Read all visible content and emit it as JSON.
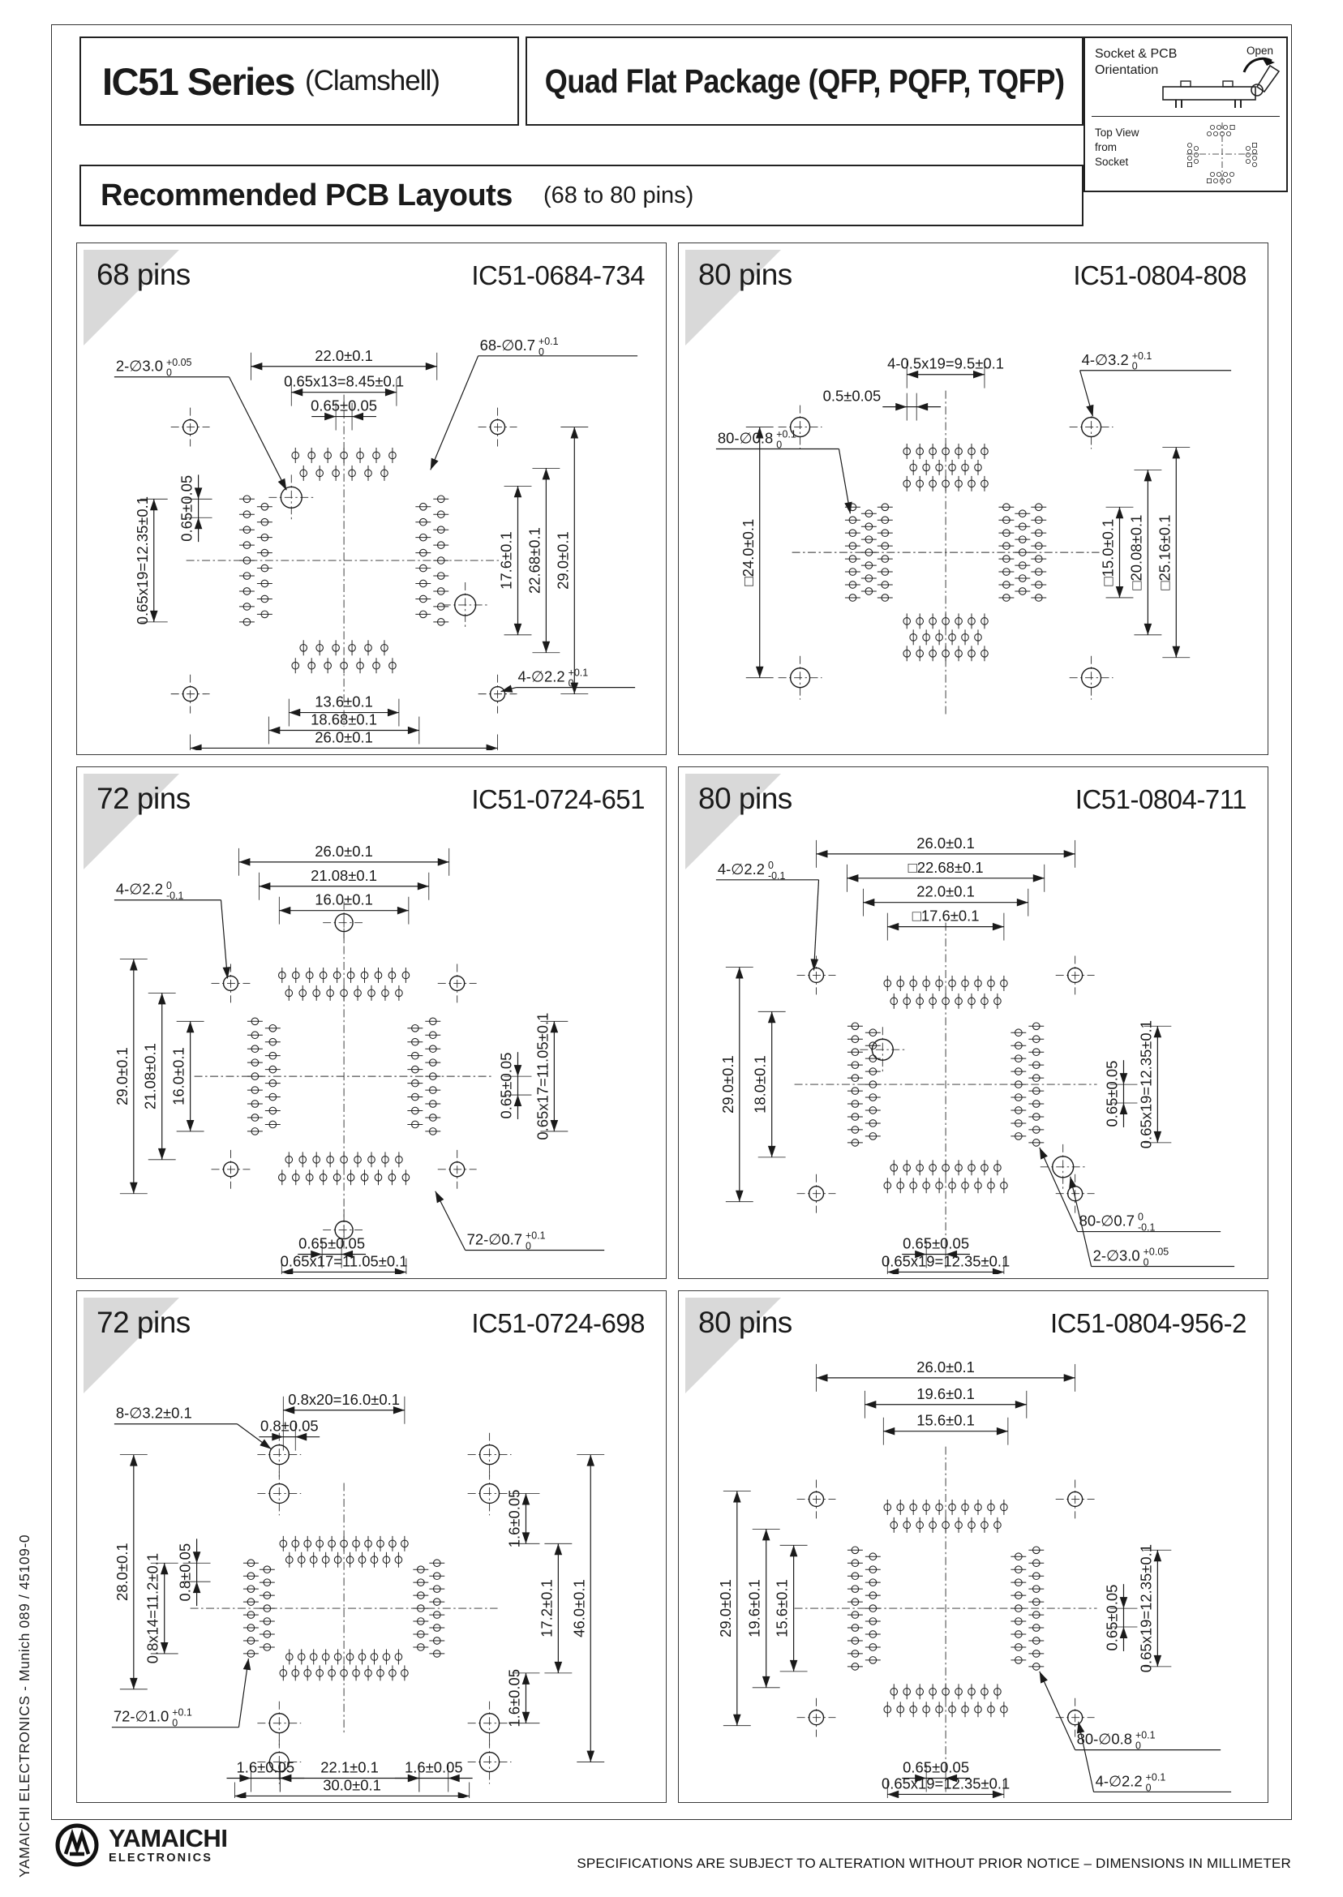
{
  "header": {
    "series_title": "IC51 Series",
    "series_note": "(Clamshell)",
    "package_title": "Quad Flat Package (QFP, PQFP, TQFP)",
    "section_title": "Recommended PCB Layouts",
    "section_sub": "(68 to 80 pins)",
    "orientation": {
      "title": "Socket & PCB Orientation",
      "open_label": "Open",
      "top_view_lines": [
        "Top View",
        "from",
        "Socket"
      ]
    }
  },
  "panels": [
    {
      "pins": "68 pins",
      "part_number": "IC51-0684-734",
      "dims": {
        "top": [
          "22.0±0.1",
          "0.65x13=8.45±0.1",
          "0.65±0.05"
        ],
        "left": [
          "0.65x19=12.35±0.1",
          "0.65±0.05"
        ],
        "right": [
          "17.6±0.1",
          "22.68±0.1",
          "29.0±0.1"
        ],
        "bottom": [
          "13.6±0.1",
          "18.68±0.1",
          "26.0±0.1"
        ]
      },
      "callouts": [
        {
          "p": "2-∅3.0",
          "s": "+0.05",
          "b": "0"
        },
        {
          "p": "68-∅0.7",
          "s": "+0.1",
          "b": "0"
        },
        {
          "p": "4-∅2.2",
          "s": "+0.1",
          "b": "0"
        }
      ]
    },
    {
      "pins": "80 pins",
      "part_number": "IC51-0804-808",
      "dims": {
        "top": [
          "4-0.5x19=9.5±0.1",
          "0.5±0.05"
        ],
        "left": [
          "□24.0±0.1"
        ],
        "right": [
          "□15.0±0.1",
          "□20.08±0.1",
          "□25.16±0.1"
        ],
        "bottom": []
      },
      "callouts": [
        {
          "p": "80-∅0.8",
          "s": "+0.1",
          "b": "0"
        },
        {
          "p": "4-∅3.2",
          "s": "+0.1",
          "b": "0"
        }
      ]
    },
    {
      "pins": "72 pins",
      "part_number": "IC51-0724-651",
      "dims": {
        "top": [
          "26.0±0.1",
          "21.08±0.1",
          "16.0±0.1"
        ],
        "left": [
          "29.0±0.1",
          "21.08±0.1",
          "16.0±0.1"
        ],
        "right": [
          "0.65±0.05",
          "0.65x17=11.05±0.1"
        ],
        "bottom": [
          "0.65±0.05",
          "0.65x17=11.05±0.1"
        ]
      },
      "callouts": [
        {
          "p": "4-∅2.2",
          "s": "0",
          "b": "-0.1"
        },
        {
          "p": "72-∅0.7",
          "s": "+0.1",
          "b": "0"
        }
      ]
    },
    {
      "pins": "80 pins",
      "part_number": "IC51-0804-711",
      "dims": {
        "top": [
          "26.0±0.1",
          "□22.68±0.1",
          "22.0±0.1",
          "□17.6±0.1"
        ],
        "left": [
          "29.0±0.1",
          "18.0±0.1"
        ],
        "right": [
          "0.65±0.05",
          "0.65x19=12.35±0.1"
        ],
        "bottom": [
          "0.65±0.05",
          "0.65x19=12.35±0.1"
        ]
      },
      "callouts": [
        {
          "p": "4-∅2.2",
          "s": "0",
          "b": "-0.1"
        },
        {
          "p": "80-∅0.7",
          "s": "0",
          "b": "-0.1"
        },
        {
          "p": "2-∅3.0",
          "s": "+0.05",
          "b": "0"
        }
      ]
    },
    {
      "pins": "72 pins",
      "part_number": "IC51-0724-698",
      "dims": {
        "top": [
          "0.8x20=16.0±0.1",
          "0.8±0.05"
        ],
        "left": [
          "28.0±0.1",
          "0.8x14=11.2±0.1",
          "0.8±0.05"
        ],
        "right": [
          "1.6±0.05",
          "17.2±0.1",
          "46.0±0.1",
          "1.6±0.05"
        ],
        "bottom": [
          "1.6±0.05",
          "22.1±0.1",
          "30.0±0.1",
          "1.6±0.05"
        ]
      },
      "callouts": [
        {
          "p": "8-∅3.2±0.1",
          "s": "",
          "b": ""
        },
        {
          "p": "72-∅1.0",
          "s": "+0.1",
          "b": "0"
        }
      ]
    },
    {
      "pins": "80 pins",
      "part_number": "IC51-0804-956-2",
      "dims": {
        "top": [
          "26.0±0.1",
          "19.6±0.1",
          "15.6±0.1"
        ],
        "left": [
          "29.0±0.1",
          "19.6±0.1",
          "15.6±0.1"
        ],
        "right": [
          "0.65±0.05",
          "0.65x19=12.35±0.1"
        ],
        "bottom": [
          "0.65±0.05",
          "0.65x19=12.35±0.1"
        ]
      },
      "callouts": [
        {
          "p": "80-∅0.8",
          "s": "+0.1",
          "b": "0"
        },
        {
          "p": "4-∅2.2",
          "s": "+0.1",
          "b": "0"
        }
      ]
    }
  ],
  "footer": {
    "side_text": "YAMAICHI ELECTRONICS   -   Munich 089 / 45109-0",
    "brand_name": "YAMAICHI",
    "brand_sub": "ELECTRONICS",
    "disclaimer": "SPECIFICATIONS ARE SUBJECT TO ALTERATION WITHOUT PRIOR NOTICE   –   DIMENSIONS IN MILLIMETER"
  }
}
